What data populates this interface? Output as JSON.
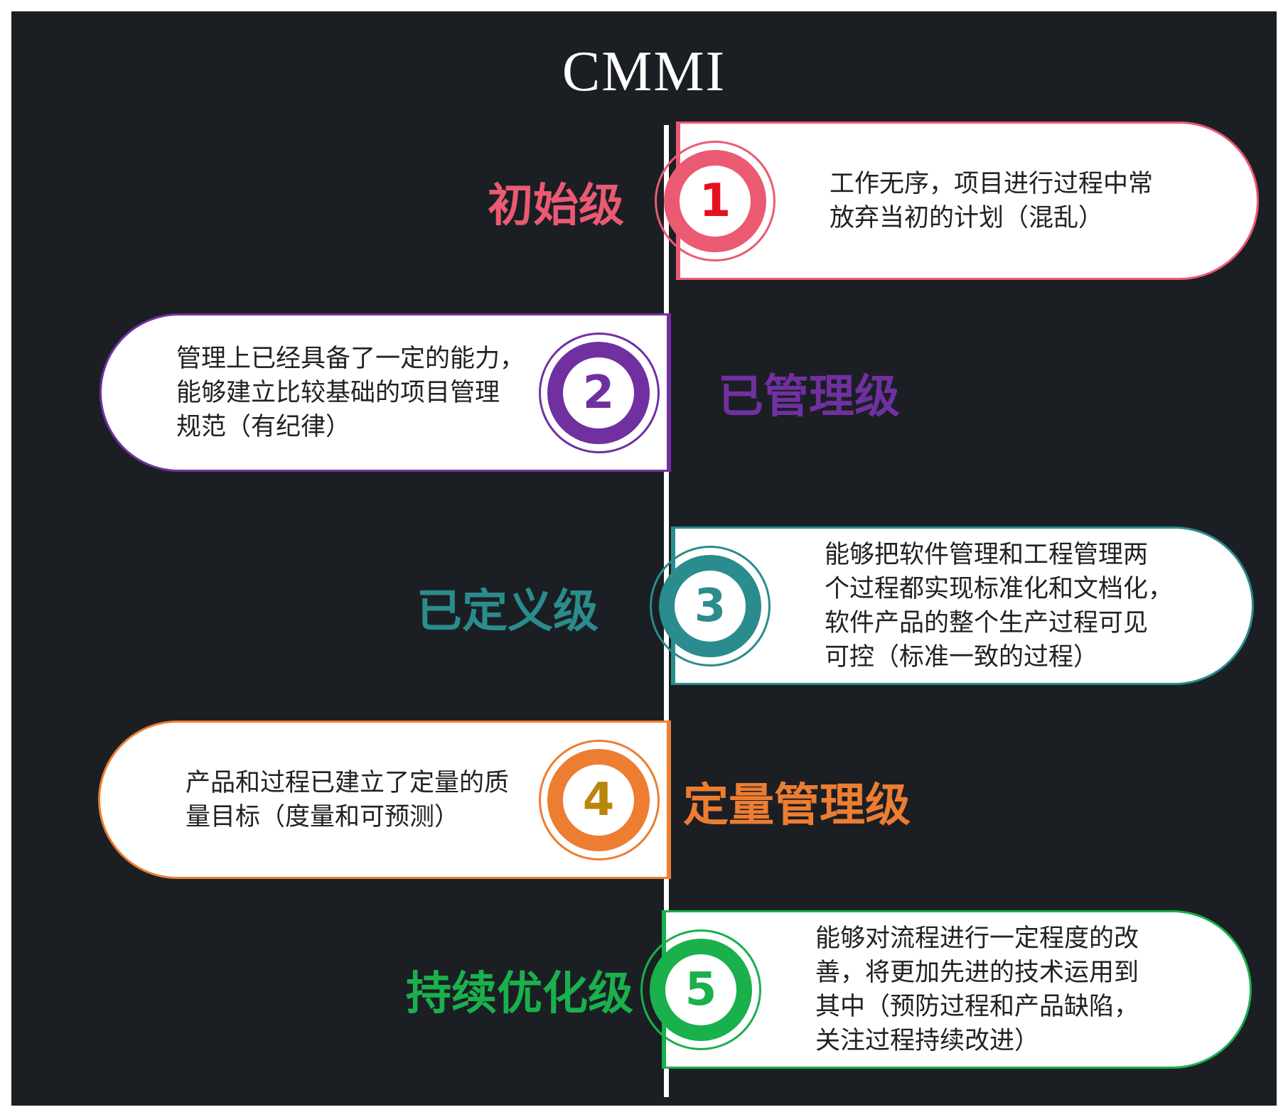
{
  "title": "CMMI",
  "colors": {
    "background": "#1b1f24",
    "level1": "#ea5a72",
    "level2": "#7030a0",
    "level3": "#2a8c8c",
    "level4": "#ed7d31",
    "level5": "#1ab04c",
    "num1": "#e8101e",
    "num4": "#b8860b"
  },
  "levels": [
    {
      "number": "1",
      "name": "初始级",
      "description": [
        "工作无序，项目进行过程中常",
        "放弃当初的计划（混乱）"
      ]
    },
    {
      "number": "2",
      "name": "已管理级",
      "description": [
        "管理上已经具备了一定的能力，",
        "能够建立比较基础的项目管理",
        "规范（有纪律）"
      ]
    },
    {
      "number": "3",
      "name": "已定义级",
      "description": [
        "能够把软件管理和工程管理两",
        "个过程都实现标准化和文档化，",
        "软件产品的整个生产过程可见",
        "可控（标准一致的过程）"
      ]
    },
    {
      "number": "4",
      "name": "定量管理级",
      "description": [
        "产品和过程已建立了定量的质",
        "量目标（度量和可预测）"
      ]
    },
    {
      "number": "5",
      "name": "持续优化级",
      "description": [
        "能够对流程进行一定程度的改",
        "善，将更加先进的技术运用到",
        "其中（预防过程和产品缺陷，",
        "关注过程持续改进）"
      ]
    }
  ]
}
